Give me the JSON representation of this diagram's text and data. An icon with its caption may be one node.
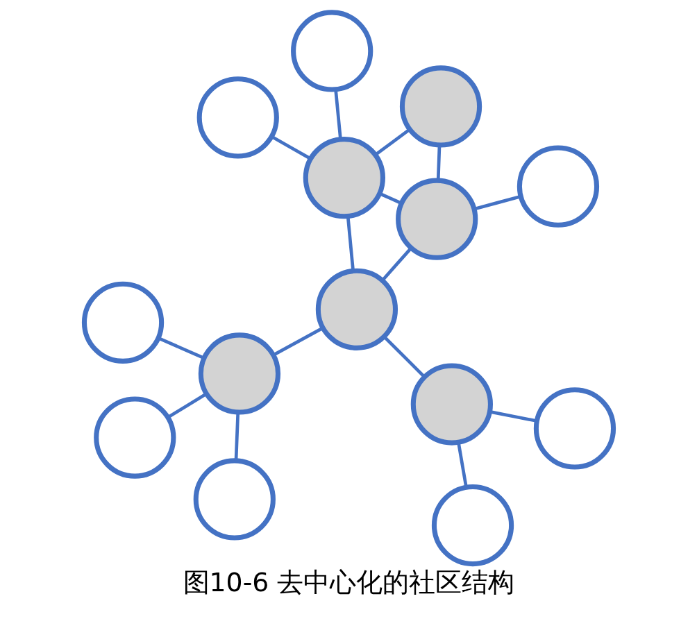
{
  "diagram": {
    "caption": "图10-6 去中心化的社区结构",
    "nodes": [
      {
        "text": [],
        "shape": "circle"
      },
      {
        "text": [],
        "shape": "circle"
      },
      {
        "text": [],
        "shape": "circle"
      },
      {
        "text": [],
        "shape": "circle"
      },
      {
        "text": [],
        "shape": "circle"
      },
      {
        "text": [],
        "shape": "circle"
      },
      {
        "text": [],
        "shape": "circle"
      },
      {
        "text": [],
        "shape": "circle"
      },
      {
        "text": [],
        "shape": "circle"
      },
      {
        "text": [],
        "shape": "circle"
      },
      {
        "text": [],
        "shape": "circle"
      },
      {
        "text": [],
        "shape": "circle"
      },
      {
        "text": [],
        "shape": "circle"
      },
      {
        "text": [],
        "shape": "circle"
      }
    ],
    "edges": [
      {
        "from": 0,
        "to": 3,
        "arrow": "none"
      },
      {
        "from": 3,
        "to": 1,
        "arrow": "none"
      },
      {
        "from": 1,
        "to": 5,
        "arrow": "none"
      },
      {
        "from": 3,
        "to": 5,
        "arrow": "none"
      },
      {
        "from": 2,
        "to": 5,
        "arrow": "none"
      },
      {
        "from": 6,
        "to": 3,
        "arrow": "none"
      },
      {
        "from": 3,
        "to": 7,
        "arrow": "none"
      },
      {
        "from": 5,
        "to": 7,
        "arrow": "none"
      },
      {
        "from": 7,
        "to": 8,
        "arrow": "none"
      },
      {
        "from": 8,
        "to": 4,
        "arrow": "none"
      },
      {
        "from": 8,
        "to": 9,
        "arrow": "none"
      },
      {
        "from": 8,
        "to": 12,
        "arrow": "none"
      },
      {
        "from": 7,
        "to": 11,
        "arrow": "none"
      },
      {
        "from": 10,
        "to": 11,
        "arrow": "none"
      },
      {
        "from": 11,
        "to": 13,
        "arrow": "none"
      }
    ]
  }
}
